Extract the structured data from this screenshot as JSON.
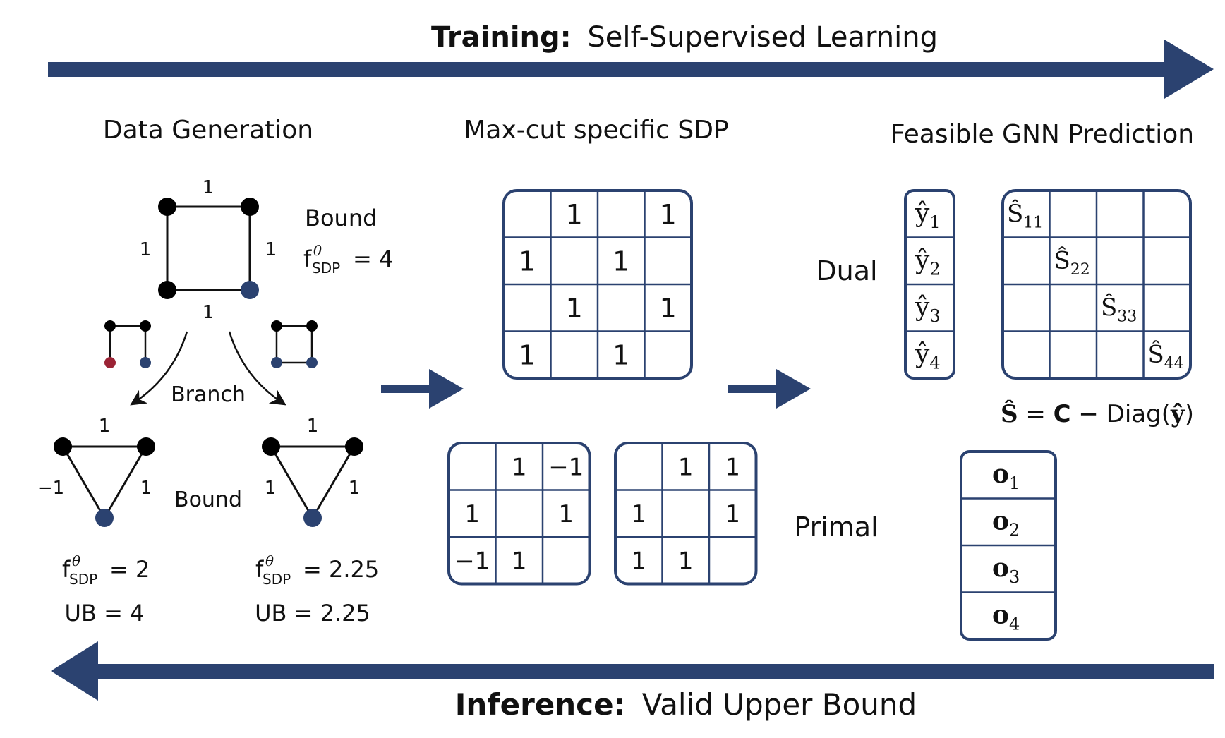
{
  "colors": {
    "accent": "#2b4270",
    "node_default": "#000000",
    "node_blue": "#2b4270",
    "node_red": "#9b2335"
  },
  "training": {
    "bold": "Training:",
    "rest": "Self-Supervised Learning"
  },
  "inference": {
    "bold": "Inference:",
    "rest": "Valid Upper Bound"
  },
  "sections": {
    "data_generation": "Data Generation",
    "sdp": "Max-cut specific SDP",
    "gnn": "Feasible GNN Prediction"
  },
  "root_graph": {
    "edge_top": "1",
    "edge_left": "1",
    "edge_right": "1",
    "edge_bottom": "1",
    "bound_label": "Bound",
    "f_main": "f",
    "f_sup": "θ",
    "f_sub": "SDP",
    "f_value": "= 4"
  },
  "branch_label": "Branch",
  "left_child": {
    "edge_top": "1",
    "edge_left": "−1",
    "edge_right": "1",
    "f_main": "f",
    "f_sup": "θ",
    "f_sub": "SDP",
    "f_value": "= 2",
    "ub": "UB = 4"
  },
  "mid_bound_label": "Bound",
  "right_child": {
    "edge_top": "1",
    "edge_left": "1",
    "edge_right": "1",
    "f_main": "f",
    "f_sup": "θ",
    "f_sub": "SDP",
    "f_value": "= 2.25",
    "ub": "UB = 2.25"
  },
  "sdp_matrix_4x4": [
    [
      "",
      "1",
      "",
      "1"
    ],
    [
      "1",
      "",
      "1",
      ""
    ],
    [
      "",
      "1",
      "",
      "1"
    ],
    [
      "1",
      "",
      "1",
      ""
    ]
  ],
  "sdp_matrix_left": [
    [
      "",
      "1",
      "−1"
    ],
    [
      "1",
      "",
      "1"
    ],
    [
      "−1",
      "1",
      ""
    ]
  ],
  "sdp_matrix_right": [
    [
      "",
      "1",
      "1"
    ],
    [
      "1",
      "",
      "1"
    ],
    [
      "1",
      "1",
      ""
    ]
  ],
  "dual": {
    "label": "Dual",
    "y": [
      {
        "main": "ŷ",
        "sub": "1"
      },
      {
        "main": "ŷ",
        "sub": "2"
      },
      {
        "main": "ŷ",
        "sub": "3"
      },
      {
        "main": "ŷ",
        "sub": "4"
      }
    ],
    "s": [
      {
        "main": "Ŝ",
        "sub": "11"
      },
      {
        "main": "Ŝ",
        "sub": "22"
      },
      {
        "main": "Ŝ",
        "sub": "33"
      },
      {
        "main": "Ŝ",
        "sub": "44"
      }
    ],
    "formula": {
      "lhs": "Ŝ",
      "eq": " = ",
      "c": "C",
      "rest": " − Diag(",
      "y": "ŷ",
      "close": ")"
    }
  },
  "primal": {
    "label": "Primal",
    "o": [
      {
        "main": "o",
        "sub": "1"
      },
      {
        "main": "o",
        "sub": "2"
      },
      {
        "main": "o",
        "sub": "3"
      },
      {
        "main": "o",
        "sub": "4"
      }
    ]
  }
}
